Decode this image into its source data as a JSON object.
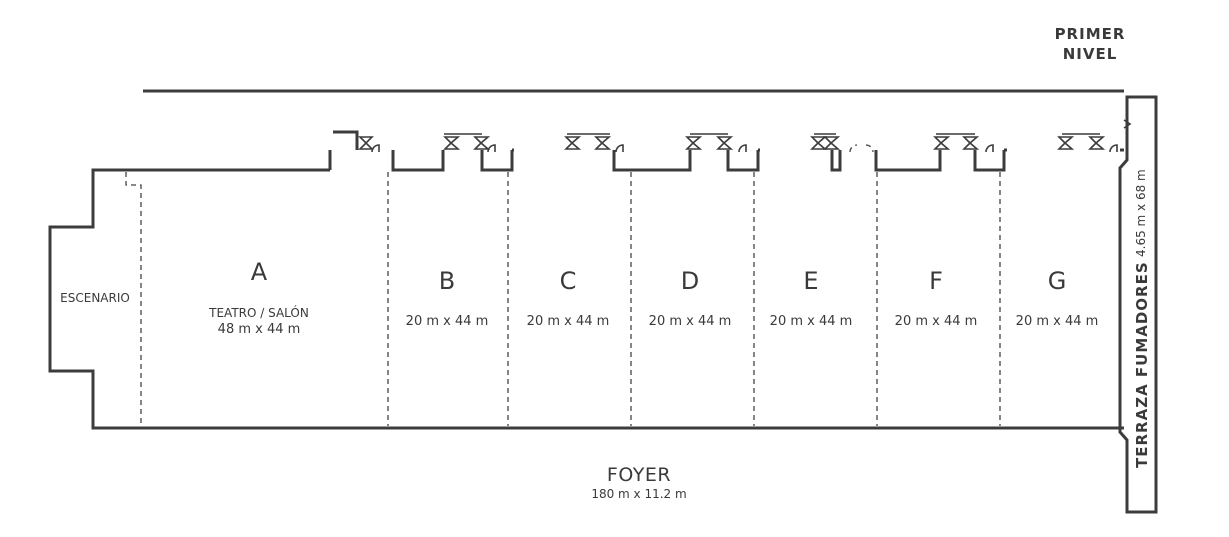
{
  "level": {
    "line1": "PRIMER",
    "line2": "NIVEL"
  },
  "stage": {
    "label": "ESCENARIO"
  },
  "foyer": {
    "label": "FOYER",
    "dim": "180 m x 11.2 m"
  },
  "terrace": {
    "label": "TERRAZA FUMADORES",
    "dim": "4.65 m x 68 m"
  },
  "rooms": [
    {
      "letter": "A",
      "sub": "TEATRO / SALÓN",
      "dim": "48 m x 44 m"
    },
    {
      "letter": "B",
      "dim": "20 m x 44 m"
    },
    {
      "letter": "C",
      "dim": "20 m x 44 m"
    },
    {
      "letter": "D",
      "dim": "20 m x 44 m"
    },
    {
      "letter": "E",
      "dim": "20 m x 44 m"
    },
    {
      "letter": "F",
      "dim": "20 m x 44 m"
    },
    {
      "letter": "G",
      "dim": "20 m x 44 m"
    }
  ]
}
